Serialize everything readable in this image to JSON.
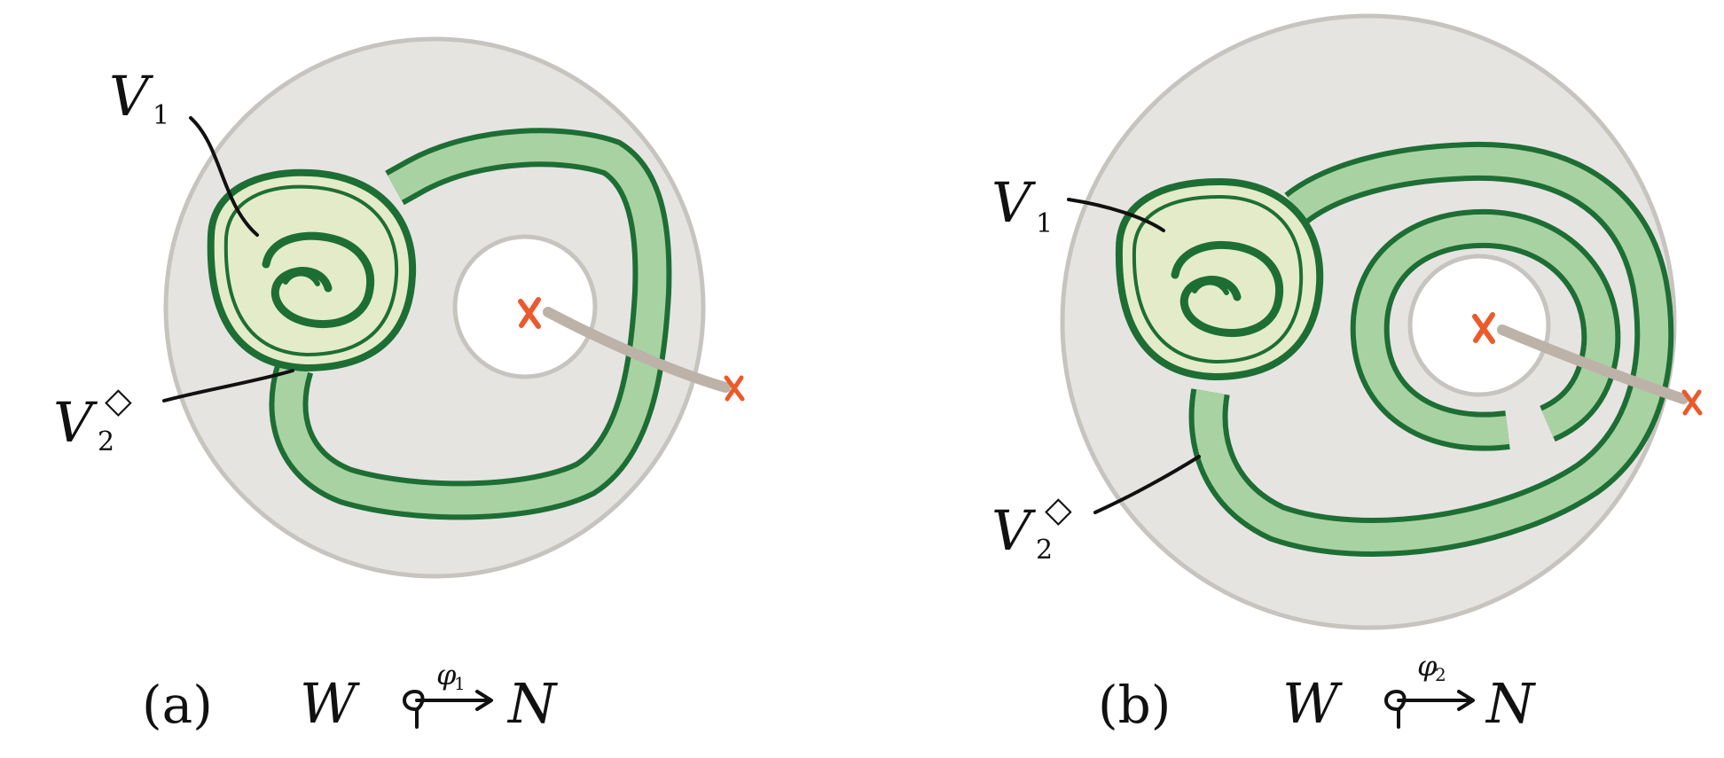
{
  "panels": [
    {
      "id": "a",
      "label_v1": "V",
      "label_v1_sub": "1",
      "label_v2": "V",
      "label_v2_sub": "2",
      "label_v2_sup": "◇",
      "caption": "(a)",
      "map_source": "W",
      "map_target": "N",
      "map_phi": "φ",
      "map_phi_sub": "1"
    },
    {
      "id": "b",
      "label_v1": "V",
      "label_v1_sub": "1",
      "label_v2": "V",
      "label_v2_sub": "2",
      "label_v2_sup": "◇",
      "caption": "(b)",
      "map_source": "W",
      "map_target": "N",
      "map_phi": "φ",
      "map_phi_sub": "2"
    }
  ],
  "colors": {
    "disk_fill": "#e6e4e1",
    "disk_edge": "#c7c4bf",
    "band_fill": "#a9d2a3",
    "band_edge": "#1d6e35",
    "blob_fill": "#e4ebc8",
    "puncture": "#ea5a2b",
    "arc": "#bdb2a8"
  }
}
